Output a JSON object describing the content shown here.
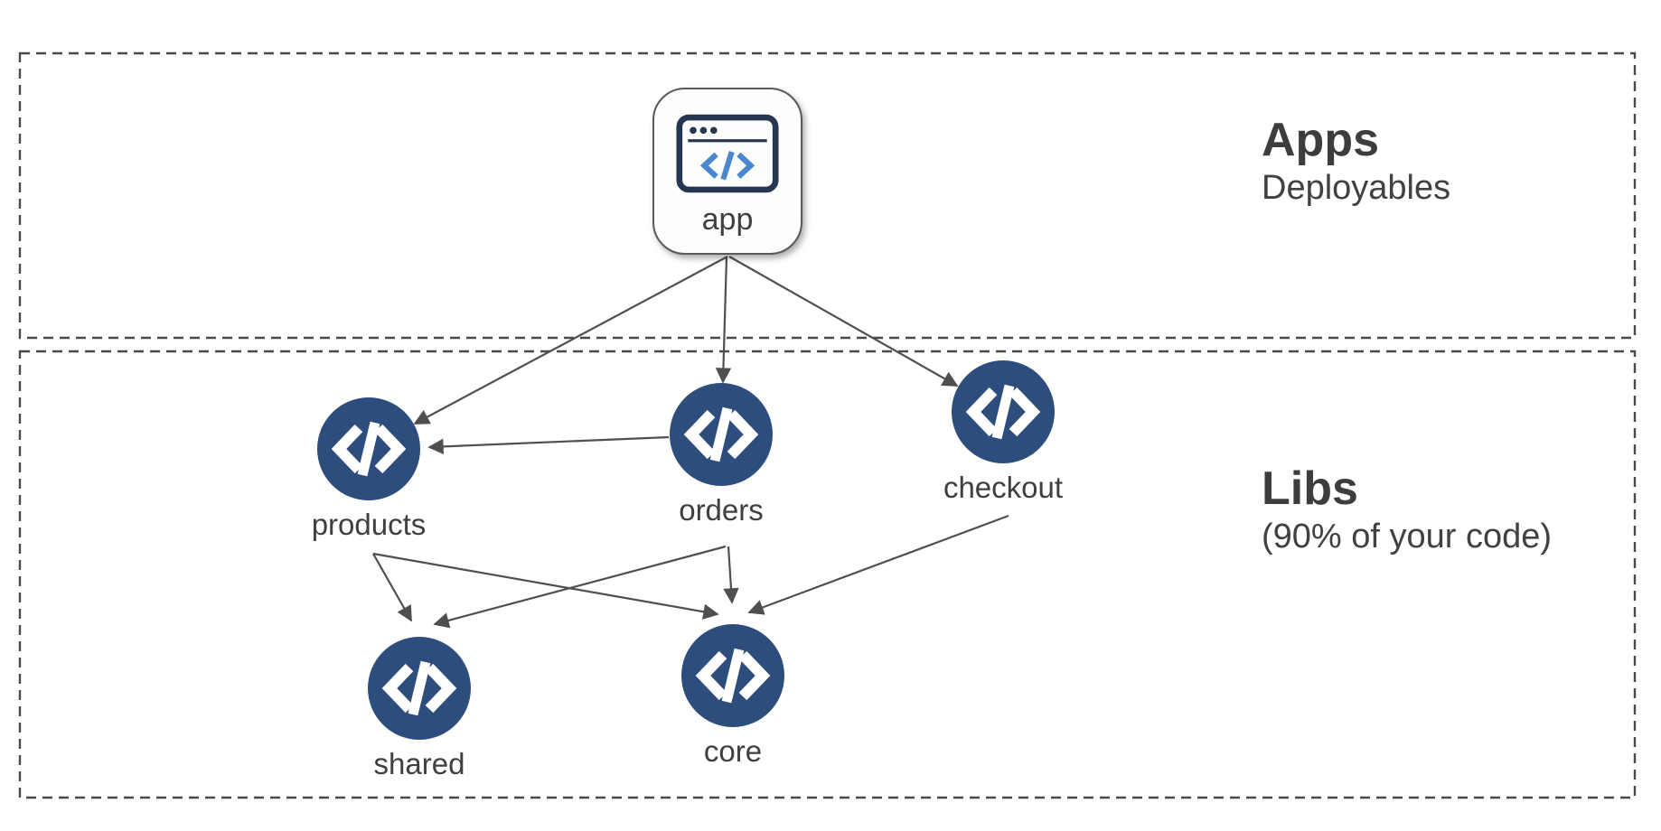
{
  "sections": {
    "apps": {
      "title": "Apps",
      "subtitle": "Deployables"
    },
    "libs": {
      "title": "Libs",
      "subtitle": "(90% of your code)"
    }
  },
  "nodes": {
    "app": {
      "label": "app",
      "type": "application",
      "icon": "browser-code-icon"
    },
    "products": {
      "label": "products",
      "type": "library",
      "icon": "code-icon"
    },
    "orders": {
      "label": "orders",
      "type": "library",
      "icon": "code-icon"
    },
    "checkout": {
      "label": "checkout",
      "type": "library",
      "icon": "code-icon"
    },
    "shared": {
      "label": "shared",
      "type": "library",
      "icon": "code-icon"
    },
    "core": {
      "label": "core",
      "type": "library",
      "icon": "code-icon"
    }
  },
  "graph": {
    "edges": [
      {
        "from": "app",
        "to": "products"
      },
      {
        "from": "app",
        "to": "orders"
      },
      {
        "from": "app",
        "to": "checkout"
      },
      {
        "from": "orders",
        "to": "products"
      },
      {
        "from": "products",
        "to": "shared"
      },
      {
        "from": "products",
        "to": "core"
      },
      {
        "from": "orders",
        "to": "shared"
      },
      {
        "from": "orders",
        "to": "core"
      },
      {
        "from": "checkout",
        "to": "core"
      }
    ]
  },
  "colors": {
    "lib_node_fill": "#2d4d7c",
    "node_glyph": "#ffffff",
    "edge": "#4f4f4f",
    "text": "#3f3f3f",
    "dashed_border": "#4a4a4a",
    "app_icon_outline": "#253750",
    "app_icon_code": "#4a87cf"
  }
}
